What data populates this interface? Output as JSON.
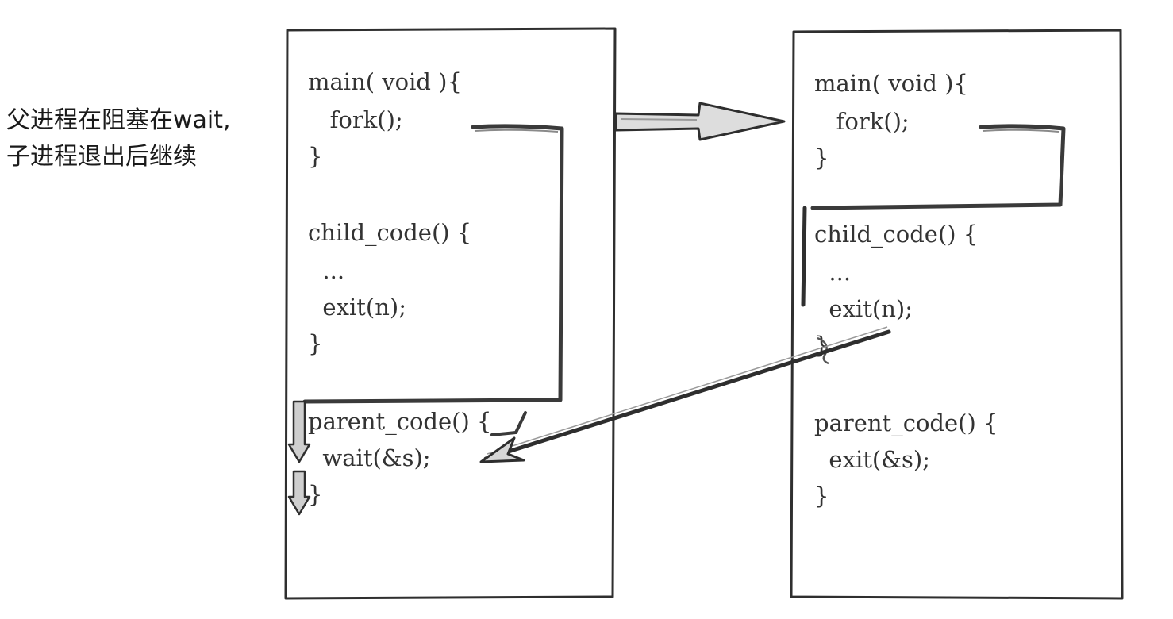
{
  "note": {
    "line1": "父进程在阻塞在wait,",
    "line2": "子进程退出后继续"
  },
  "left_panel": {
    "lines": [
      "main( void ){",
      "   fork();",
      "}",
      "child_code() {",
      "  ...",
      "  exit(n);",
      "}",
      "parent_code() {",
      "  wait(&s);",
      "}"
    ]
  },
  "right_panel": {
    "lines": [
      "main( void ){",
      "   fork();",
      "}",
      "child_code() {",
      "  ...",
      "  exit(n);",
      "}",
      "parent_code() {",
      "  exit(&s);",
      "}"
    ]
  },
  "colors": {
    "ink": "#333333",
    "arrow_fill": "#d8d8d8"
  }
}
